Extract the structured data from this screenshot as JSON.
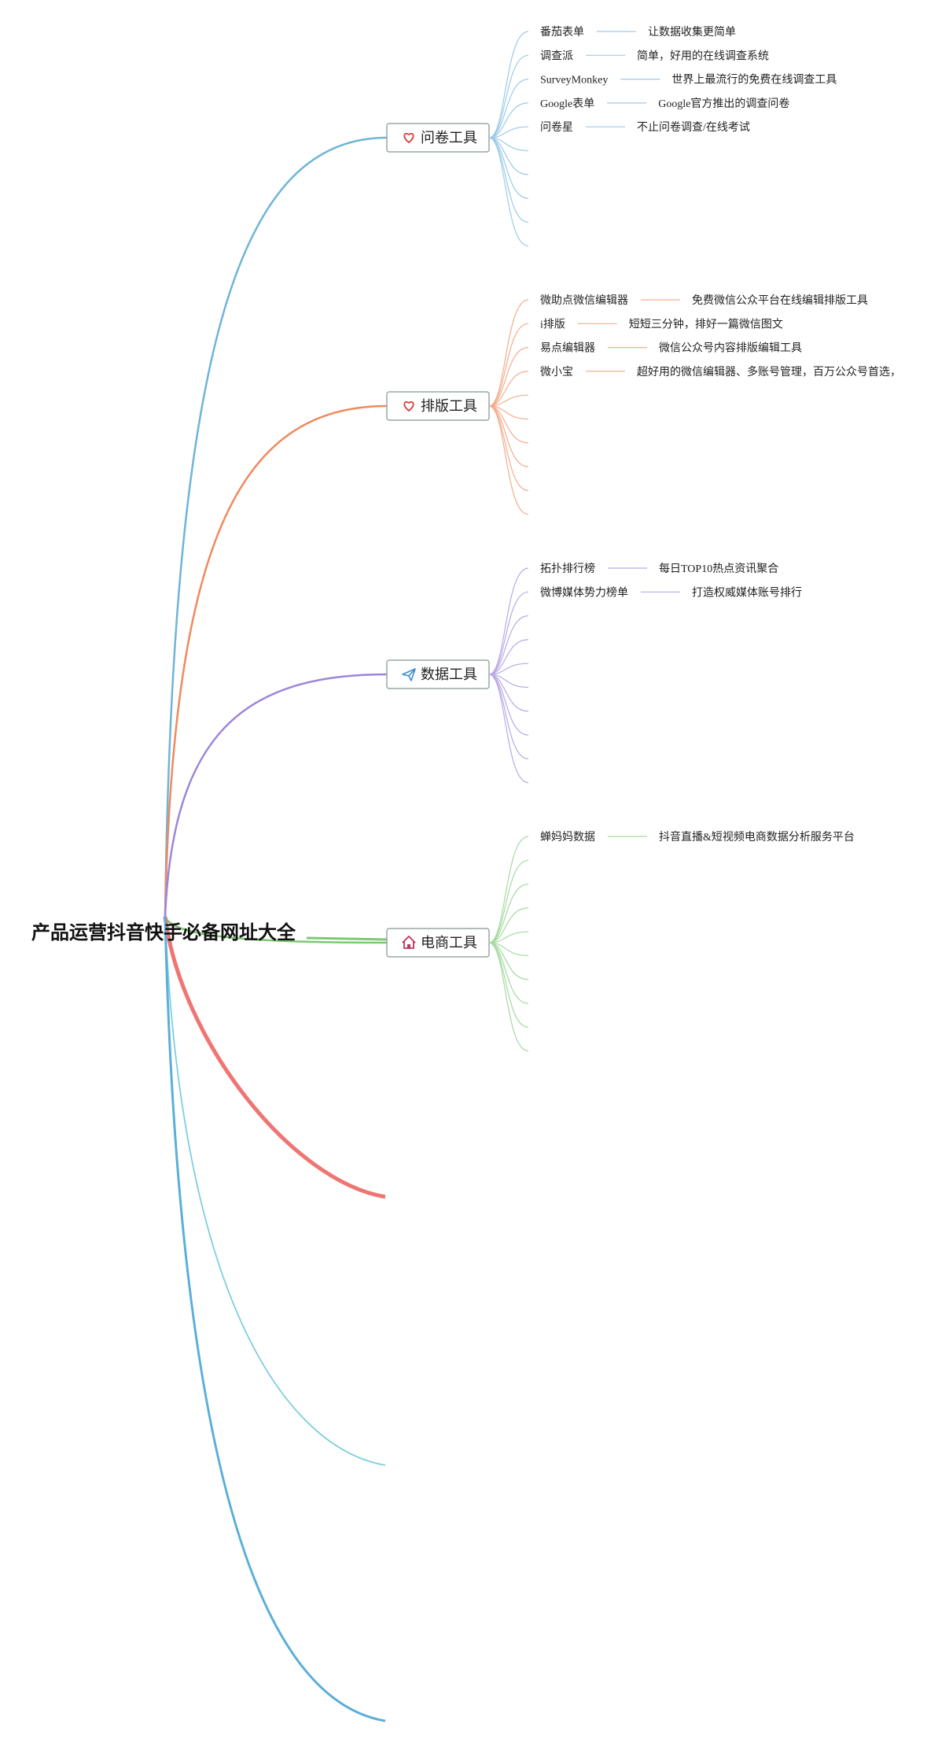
{
  "root": {
    "title": "产品运营抖音快手必备网址大全"
  },
  "branches": [
    {
      "label": "问卷工具",
      "icon": "heart-icon",
      "color": "#6fb4d8",
      "leaf_color": "#9ccbe6",
      "slots": 10,
      "items": [
        {
          "name": "番茄表单",
          "desc": "让数据收集更简单"
        },
        {
          "name": "调查派",
          "desc": "简单，好用的在线调查系统"
        },
        {
          "name": "SurveyMonkey",
          "desc": "世界上最流行的免费在线调查工具"
        },
        {
          "name": "Google表单",
          "desc": "Google官方推出的调查问卷"
        },
        {
          "name": "问卷星",
          "desc": "不止问卷调查/在线考试"
        }
      ]
    },
    {
      "label": "排版工具",
      "icon": "heart-icon",
      "color": "#ef8a5e",
      "leaf_color": "#f2ad8e",
      "slots": 10,
      "items": [
        {
          "name": "微助点微信编辑器",
          "desc": "免费微信公众平台在线编辑排版工具"
        },
        {
          "name": "i排版",
          "desc": "短短三分钟，排好一篇微信图文"
        },
        {
          "name": "易点编辑器",
          "desc": "微信公众号内容排版编辑工具"
        },
        {
          "name": "微小宝",
          "desc": "超好用的微信编辑器、多账号管理，百万公众号首选，"
        }
      ]
    },
    {
      "label": "数据工具",
      "icon": "paper-plane-icon",
      "color": "#9c86dc",
      "leaf_color": "#b9a9e6",
      "slots": 10,
      "items": [
        {
          "name": "拓扑排行榜",
          "desc": "每日TOP10热点资讯聚合"
        },
        {
          "name": "微博媒体势力榜单",
          "desc": "打造权威媒体账号排行"
        }
      ]
    },
    {
      "label": "电商工具",
      "icon": "home-icon",
      "color": "#7dc875",
      "leaf_color": "#a5da9f",
      "slots": 10,
      "items": [
        {
          "name": "蝉妈妈数据",
          "desc": "抖音直播&短视频电商数据分析服务平台"
        }
      ]
    }
  ],
  "trailing_branches": [
    {
      "color": "#ef7573"
    },
    {
      "color": "#7ecfdf"
    },
    {
      "color": "#5aaed8"
    }
  ]
}
